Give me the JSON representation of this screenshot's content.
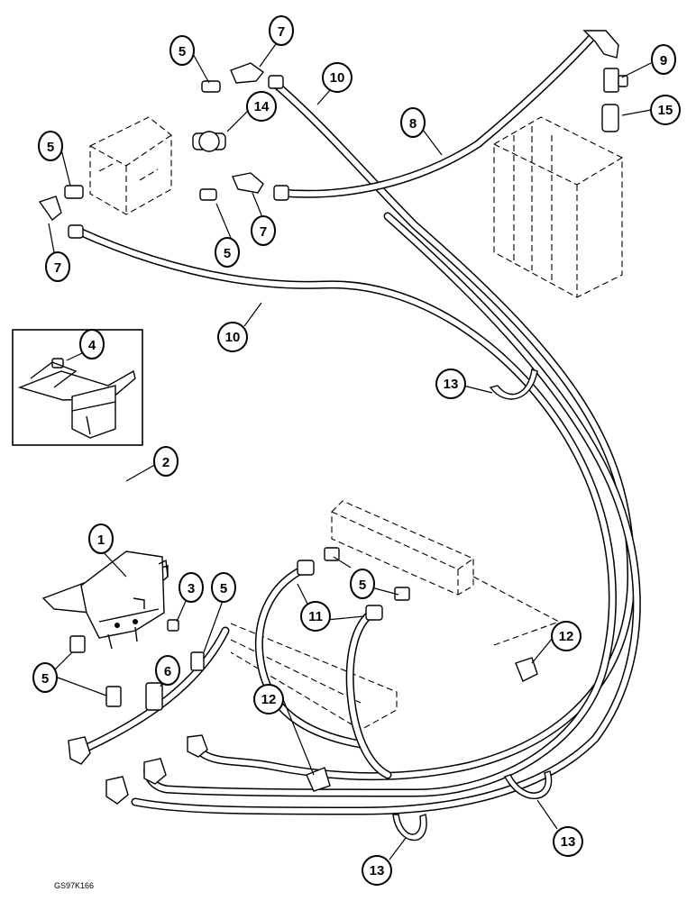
{
  "drawing_code": "GS97K166",
  "callouts": [
    {
      "label": "1"
    },
    {
      "label": "2"
    },
    {
      "label": "3"
    },
    {
      "label": "4"
    },
    {
      "label": "5"
    },
    {
      "label": "6"
    },
    {
      "label": "7"
    },
    {
      "label": "8"
    },
    {
      "label": "9"
    },
    {
      "label": "10"
    },
    {
      "label": "11"
    },
    {
      "label": "12"
    },
    {
      "label": "13"
    },
    {
      "label": "14"
    },
    {
      "label": "15"
    }
  ]
}
